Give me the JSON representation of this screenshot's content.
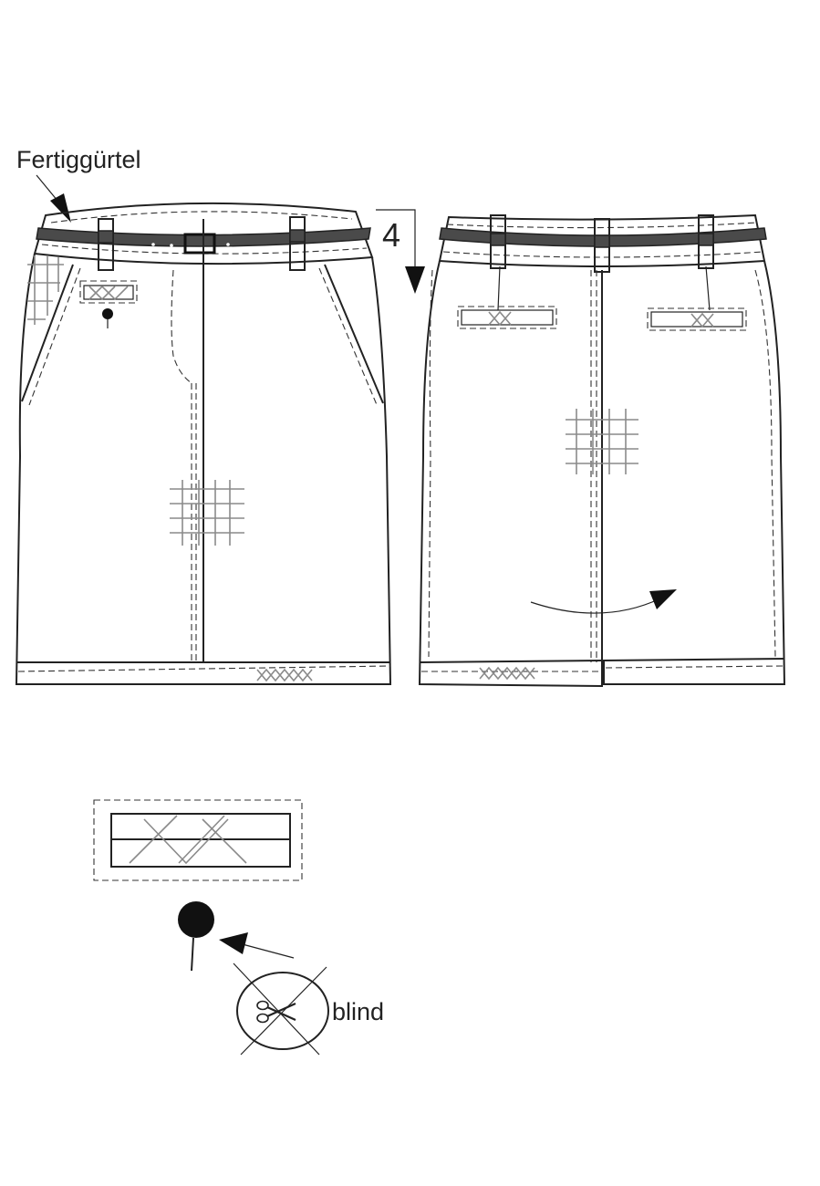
{
  "labels": {
    "belt_label": "Fertiggürtel",
    "length_marker": "4",
    "blind_label": "blind"
  },
  "icons": [
    "arrow-icon",
    "scissors-icon",
    "buttonhole-icon",
    "button-icon"
  ],
  "colors": {
    "line": "#222222",
    "belt": "#4a4a4a",
    "stitch_grid": "#8a8a8a"
  }
}
